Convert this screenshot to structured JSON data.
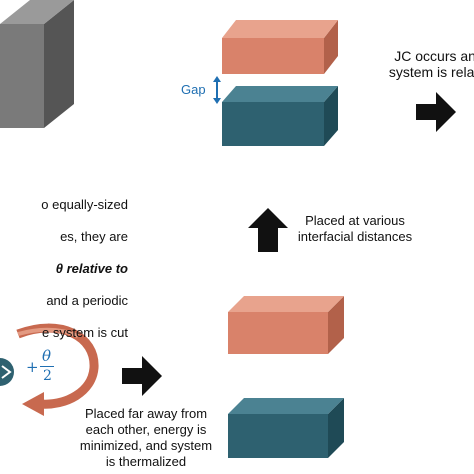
{
  "labels": {
    "gap": "Gap",
    "jc_occurs": "JC occurs and\nsystem is relaxe",
    "placed_various": "Placed at various\ninterfacial distances",
    "left_desc_line1": "o equally-sized",
    "left_desc_line2": "es, they are",
    "left_desc_line3": "θ relative to",
    "left_desc_line4": "and a periodic",
    "left_desc_line5": "e system is cut",
    "placed_far": "Placed far away from\neach other, energy is\nminimized, and system\nis thermalized",
    "rotation_plus": "+",
    "rotation_theta": "θ",
    "rotation_denominator": "2"
  },
  "colors": {
    "orange_block": "#d9826a",
    "teal_block": "#2e6170",
    "gray_block": "#6e6e6e",
    "gap_arrow": "#1f6fb2",
    "rotation_arrow": "#c8694f",
    "black_arrow": "#111111"
  }
}
